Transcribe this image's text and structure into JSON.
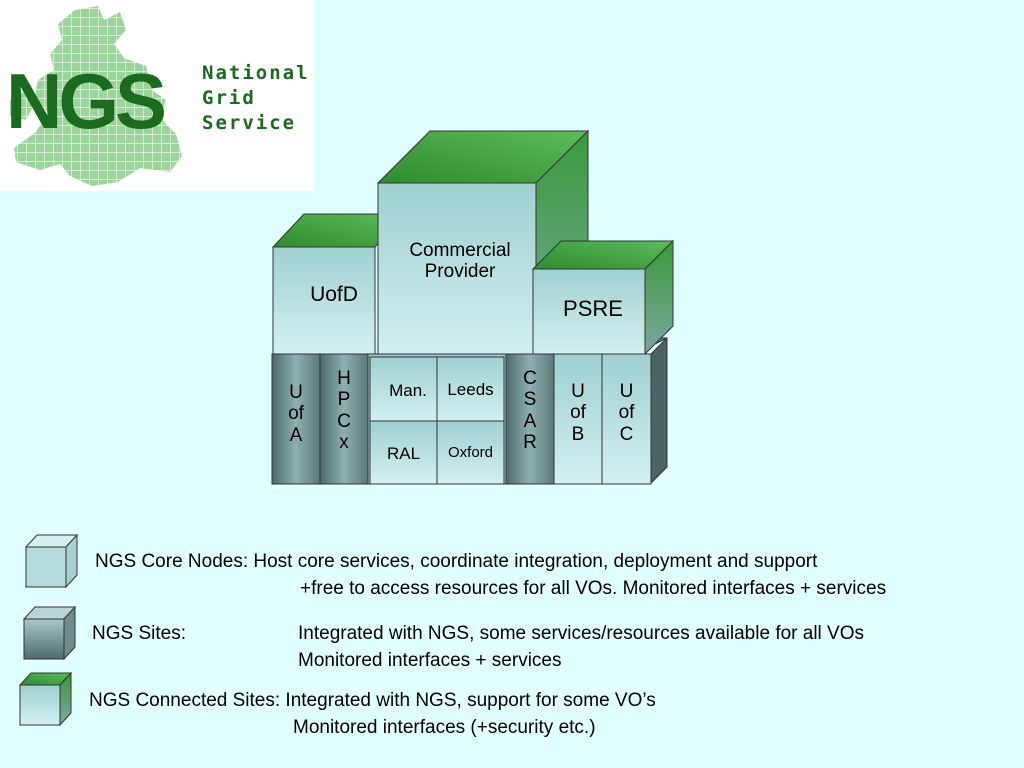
{
  "logo": {
    "mark": "NGS",
    "words": [
      "National",
      "Grid",
      "Service"
    ]
  },
  "diagram": {
    "uofd": "UofD",
    "commercial": "Commercial\nProvider",
    "psre": "PSRE",
    "u_of_a": "U\nof\nA",
    "hpcx": "H\nP\nC\nx",
    "man": "Man.",
    "leeds": "Leeds",
    "ral": "RAL",
    "oxford": "Oxford",
    "csar": "C\nS\nA\nR",
    "u_of_b": "U\nof\nB",
    "u_of_c": "U\nof\nC"
  },
  "legend": [
    {
      "line1": "NGS Core Nodes: Host core services, coordinate integration, deployment and support",
      "line2": "+free to access resources for all VOs. Monitored interfaces + services"
    },
    {
      "label": "NGS Sites:",
      "line1": "Integrated with NGS, some services/resources available for all VOs",
      "line2": "Monitored interfaces + services"
    },
    {
      "line1": "NGS Connected Sites: Integrated with NGS, support for some VO’s",
      "line2": "Monitored interfaces (+security etc.)"
    }
  ],
  "colors": {
    "background": "#e0ffff",
    "core_face": "#b4dcdc",
    "site_face": "#6e8c8c",
    "connected_top": "#3c9c3c",
    "logo_green": "#1a6b1e"
  }
}
